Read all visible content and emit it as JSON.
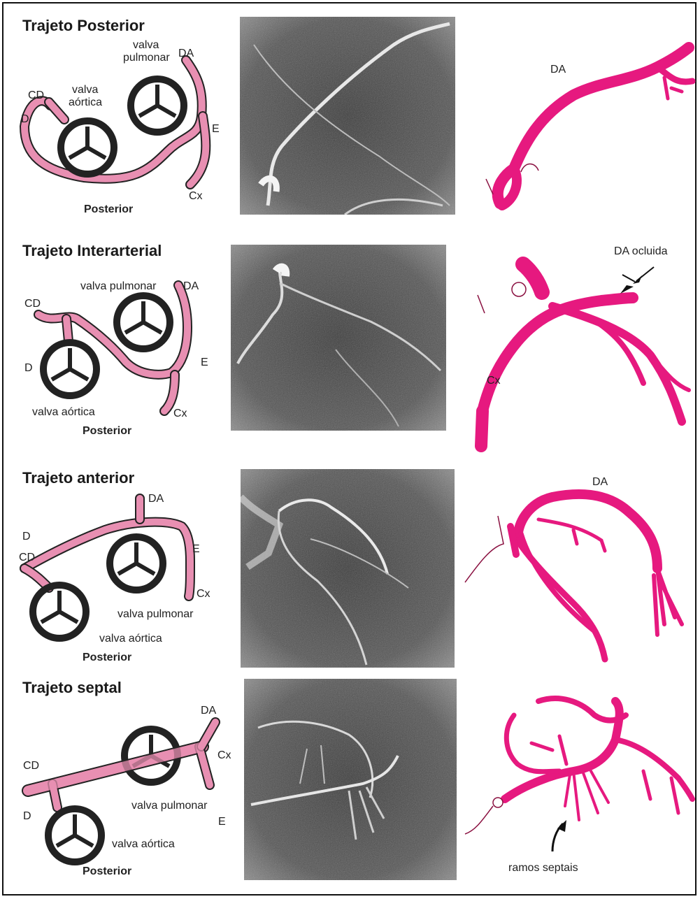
{
  "colors": {
    "artery": "#e6197f",
    "artery_light": "#e88fb2",
    "valve": "#222222",
    "photo_bg": "#3a3a3a"
  },
  "panels": [
    {
      "title": "Trajeto Posterior",
      "labels": {
        "valva_top": "valva",
        "valva_bottom": "pulmonar",
        "aortica_top": "valva",
        "aortica_bottom": "aórtica",
        "da": "DA",
        "cd": "CD",
        "d": "D",
        "e": "E",
        "cx": "Cx",
        "posterior": "Posterior"
      },
      "tracing_labels": {
        "da": "DA"
      }
    },
    {
      "title": "Trajeto Interarterial",
      "labels": {
        "valva_pulmonar": "valva pulmonar",
        "da": "DA",
        "cd": "CD",
        "e": "E",
        "d": "D",
        "valva_aortica": "valva aórtica",
        "cx": "Cx",
        "posterior": "Posterior"
      },
      "tracing_labels": {
        "da_ocluida": "DA ocluida",
        "cx": "Cx"
      }
    },
    {
      "title": "Trajeto anterior",
      "labels": {
        "da": "DA",
        "d": "D",
        "cd": "CD",
        "e": "E",
        "cx": "Cx",
        "valva_pulmonar": "valva pulmonar",
        "valva_aortica": "valva aórtica",
        "posterior": "Posterior"
      },
      "tracing_labels": {
        "da": "DA"
      }
    },
    {
      "title": "Trajeto septal",
      "labels": {
        "da": "DA",
        "cd": "CD",
        "cx": "Cx",
        "d": "D",
        "valva_pulmonar": "valva pulmonar",
        "e": "E",
        "valva_aortica": "valva aórtica",
        "posterior": "Posterior"
      },
      "tracing_labels": {
        "ramos_septais": "ramos septais"
      }
    }
  ]
}
